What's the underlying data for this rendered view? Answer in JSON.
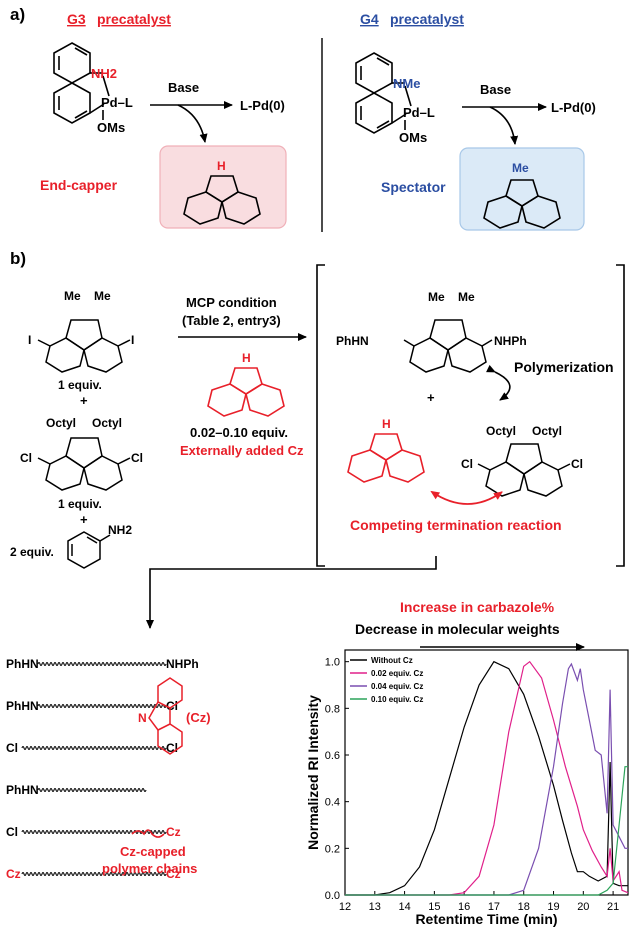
{
  "panel_a": {
    "label": "a)",
    "g3": {
      "code": "G3",
      "title": "precatalyst",
      "nh": "NH2",
      "pd": "Pd–L",
      "oms": "OMs",
      "base": "Base",
      "product": "L-Pd(0)",
      "role": "End-capper",
      "hetero": "H"
    },
    "g4": {
      "code": "G4",
      "title": "precatalyst",
      "nh": "NMe",
      "pd": "Pd–L",
      "oms": "OMs",
      "base": "Base",
      "product": "L-Pd(0)",
      "role": "Spectator",
      "hetero": "Me"
    }
  },
  "panel_b": {
    "label": "b)",
    "diiodo": {
      "me1": "Me",
      "me2": "Me",
      "i_left": "I",
      "i_right": "I",
      "amount": "1 equiv."
    },
    "plus1": "+",
    "dichloro": {
      "oc1": "Octyl",
      "oc2": "Octyl",
      "cl_left": "Cl",
      "cl_right": "Cl",
      "amount": "1 equiv."
    },
    "plus2": "+",
    "aniline": {
      "nh2": "NH2",
      "amount": "2 equiv."
    },
    "condition1": "MCP condition",
    "condition2": "(Table 2, entry3)",
    "cz_nh": "H",
    "cz_amount": "0.02–0.10 equiv.",
    "cz_label": "Externally added Cz",
    "diamine": {
      "me1": "Me",
      "me2": "Me",
      "left": "PhHN",
      "right": "NHPh"
    },
    "polymerization": "Polymerization",
    "plus3": "+",
    "dichloro2": {
      "oc1": "Octyl",
      "oc2": "Octyl",
      "cl_left": "Cl",
      "cl_right": "Cl"
    },
    "cz2_nh": "H",
    "competing": "Competing termination reaction"
  },
  "chains": [
    {
      "left": "PhHN",
      "right": "NHPh"
    },
    {
      "left": "PhHN",
      "right": "Cl"
    },
    {
      "left": "Cl",
      "right": "Cl"
    },
    {
      "left": "PhHN",
      "right": ""
    },
    {
      "left": "Cl",
      "right": "Cz"
    },
    {
      "left": "Cz",
      "right": "Cz"
    }
  ],
  "cz_tag": "(Cz)",
  "cz_n": "N",
  "capped_1": "Cz-capped",
  "capped_2": "polymer chains",
  "trend1": "Increase in carbazole%",
  "trend2": "Decrease in molecular weights",
  "colors": {
    "red": "#e8202a",
    "blue": "#2b4ea2",
    "black": "#000000",
    "magenta": "#e0208a",
    "purple": "#7a4fb0",
    "green": "#2ca35a",
    "pinkbox": "#f9dde0",
    "bluebox": "#dbeaf7"
  },
  "chart_data": {
    "type": "line",
    "xlabel": "Retentime Time (min)",
    "ylabel": "Normalized RI Intensity",
    "xlim": [
      12,
      21.5
    ],
    "ylim": [
      0,
      1.05
    ],
    "xticks": [
      12,
      13,
      14,
      15,
      16,
      17,
      18,
      19,
      20,
      21
    ],
    "yticks": [
      0.0,
      0.2,
      0.4,
      0.6,
      0.8,
      1.0
    ],
    "legend_position": "top-left",
    "series": [
      {
        "name": "Without Cz",
        "color": "#000000",
        "points": [
          [
            12,
            0.0
          ],
          [
            13,
            0.0
          ],
          [
            13.5,
            0.01
          ],
          [
            14,
            0.04
          ],
          [
            14.5,
            0.12
          ],
          [
            15,
            0.28
          ],
          [
            15.5,
            0.5
          ],
          [
            16,
            0.72
          ],
          [
            16.5,
            0.9
          ],
          [
            17,
            1.0
          ],
          [
            17.5,
            0.97
          ],
          [
            18,
            0.86
          ],
          [
            18.5,
            0.68
          ],
          [
            19,
            0.47
          ],
          [
            19.3,
            0.32
          ],
          [
            19.6,
            0.18
          ],
          [
            19.8,
            0.1
          ],
          [
            20,
            0.1
          ],
          [
            20.2,
            0.08
          ],
          [
            20.5,
            0.06
          ],
          [
            20.8,
            0.08
          ],
          [
            20.9,
            0.57
          ],
          [
            21,
            0.05
          ],
          [
            21.2,
            0.04
          ],
          [
            21.5,
            0.04
          ]
        ]
      },
      {
        "name": "0.02 equiv. Cz",
        "color": "#e0208a",
        "points": [
          [
            12,
            0.0
          ],
          [
            15.5,
            0.0
          ],
          [
            16,
            0.01
          ],
          [
            16.5,
            0.08
          ],
          [
            17,
            0.3
          ],
          [
            17.5,
            0.7
          ],
          [
            18,
            0.98
          ],
          [
            18.2,
            1.0
          ],
          [
            18.6,
            0.93
          ],
          [
            19,
            0.75
          ],
          [
            19.4,
            0.55
          ],
          [
            19.8,
            0.38
          ],
          [
            20,
            0.28
          ],
          [
            20.3,
            0.19
          ],
          [
            20.6,
            0.12
          ],
          [
            20.8,
            0.08
          ],
          [
            20.9,
            0.2
          ],
          [
            21,
            0.06
          ],
          [
            21.2,
            0.1
          ],
          [
            21.3,
            0.02
          ],
          [
            21.5,
            0.01
          ]
        ]
      },
      {
        "name": "0.04 equiv. Cz",
        "color": "#7a4fb0",
        "points": [
          [
            12,
            0.0
          ],
          [
            17.5,
            0.0
          ],
          [
            18,
            0.02
          ],
          [
            18.5,
            0.2
          ],
          [
            19,
            0.55
          ],
          [
            19.3,
            0.82
          ],
          [
            19.5,
            0.97
          ],
          [
            19.6,
            0.99
          ],
          [
            19.8,
            0.92
          ],
          [
            19.9,
            0.97
          ],
          [
            20,
            0.88
          ],
          [
            20.2,
            0.75
          ],
          [
            20.4,
            0.62
          ],
          [
            20.6,
            0.6
          ],
          [
            20.8,
            0.35
          ],
          [
            20.9,
            0.88
          ],
          [
            21,
            0.3
          ],
          [
            21.2,
            0.25
          ],
          [
            21.4,
            0.2
          ],
          [
            21.5,
            0.2
          ]
        ]
      },
      {
        "name": "0.10 equiv. Cz",
        "color": "#2ca35a",
        "points": [
          [
            12,
            0.0
          ],
          [
            20.5,
            0.0
          ],
          [
            20.8,
            0.02
          ],
          [
            21,
            0.05
          ],
          [
            21.2,
            0.3
          ],
          [
            21.4,
            0.55
          ],
          [
            21.5,
            0.55
          ]
        ]
      }
    ]
  }
}
